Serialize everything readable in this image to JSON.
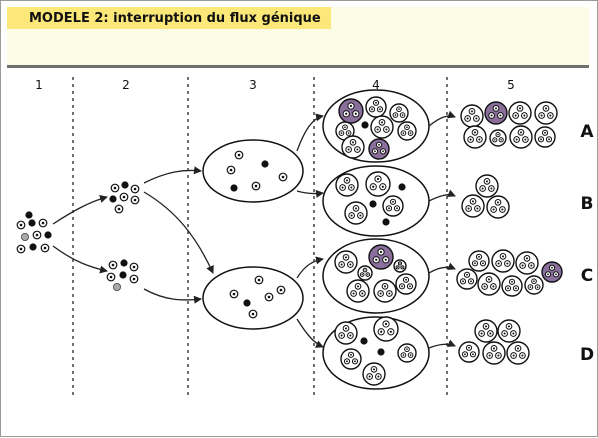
{
  "title": "MODELE 2: interruption du flux génique",
  "columns": [
    "1",
    "2",
    "3",
    "4",
    "5"
  ],
  "rows": [
    "A",
    "B",
    "C",
    "D"
  ],
  "colors": {
    "banner": "#fce878",
    "band": "#6f6f6f",
    "purple_cell": "#8a6e9c",
    "dark_dot": "#111111",
    "grey_dot": "#a9a9a9"
  }
}
